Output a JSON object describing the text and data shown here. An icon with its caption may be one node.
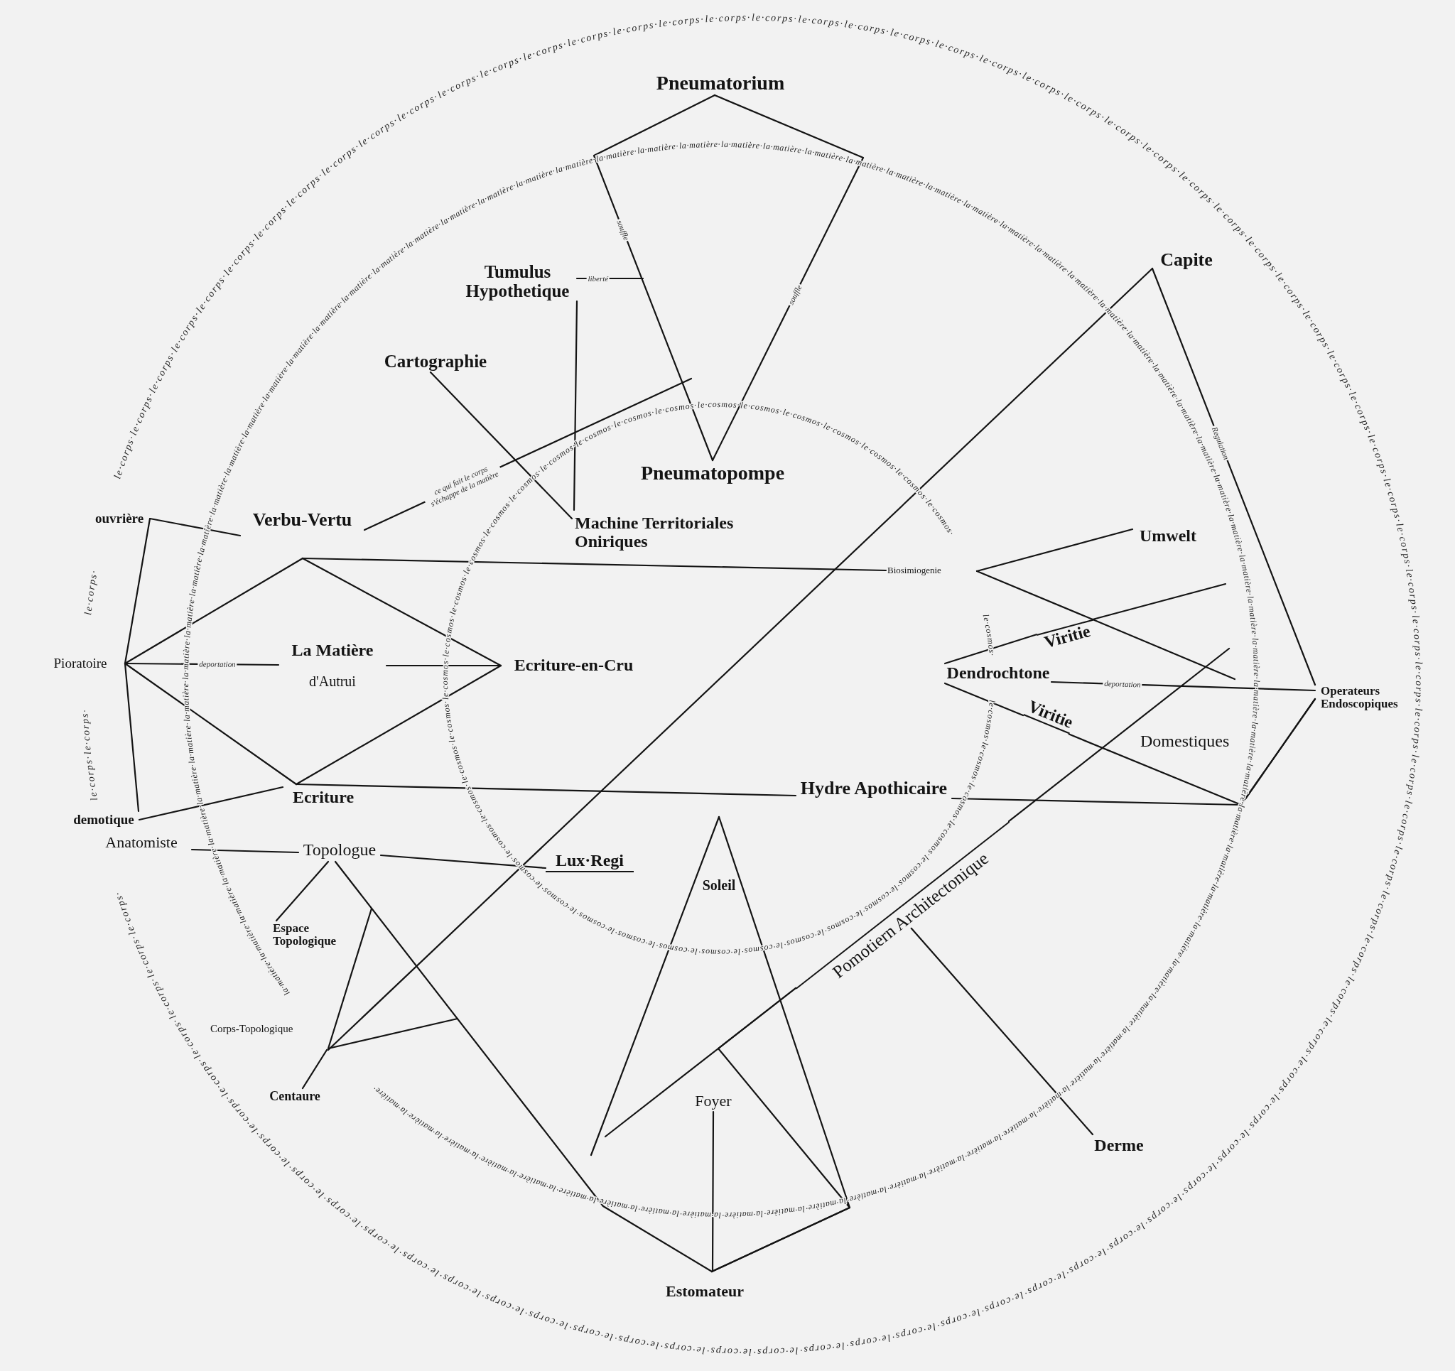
{
  "diagram": {
    "nodes": [
      {
        "text": [
          "Pneumatorium"
        ]
      },
      {
        "text": [
          "Capite"
        ]
      },
      {
        "text": [
          "Tumulus Hypothetique"
        ]
      },
      {
        "text": [
          "Cartographie"
        ]
      },
      {
        "text": [
          "Pneumatopompe"
        ]
      },
      {
        "text": [
          "ouvrière"
        ]
      },
      {
        "text": [
          "Machine Territoriales Oniriques"
        ]
      },
      {
        "text": [
          "Verbu-Vertu"
        ]
      },
      {
        "text": [
          "Umwelt"
        ]
      },
      {
        "text": [
          "Biosimiogenie"
        ]
      },
      {
        "text": [
          "Viritie"
        ]
      },
      {
        "text": [
          "Pioratoire"
        ]
      },
      {
        "text": [
          "La Matière",
          "d'Autrui"
        ]
      },
      {
        "text": [
          "Ecriture-en-Cru"
        ]
      },
      {
        "text": [
          "Dendrochtone"
        ]
      },
      {
        "text": [
          "Operateurs Endoscopiques"
        ]
      },
      {
        "text": [
          "Viritie"
        ]
      },
      {
        "text": [
          "Hydre Apothicaire"
        ]
      },
      {
        "text": [
          "Ecriture"
        ]
      },
      {
        "text": [
          "demotique"
        ]
      },
      {
        "text": [
          "Anatomiste"
        ]
      },
      {
        "text": [
          "Topologue"
        ]
      },
      {
        "text": [
          "Lux·Regi"
        ]
      },
      {
        "text": [
          "Soleil"
        ]
      },
      {
        "text": [
          "Pomotiern Architectonique"
        ]
      },
      {
        "text": [
          "Espace Topologique"
        ]
      },
      {
        "text": [
          "Corps-Topologique"
        ]
      },
      {
        "text": [
          "Centaure"
        ]
      },
      {
        "text": [
          "Foyer"
        ]
      },
      {
        "text": [
          "Derme"
        ]
      },
      {
        "text": [
          "Estomateur"
        ]
      }
    ],
    "edges": [
      {
        "from": 0,
        "to": 4,
        "arrow": "none",
        "label": "souffle"
      },
      {
        "from": 0,
        "to": 4,
        "arrow": "none",
        "label": "souffle"
      },
      {
        "from": 2,
        "to": 6,
        "arrow": "none"
      },
      {
        "from": 2,
        "to": null,
        "arrow": "none",
        "label": "liberté"
      },
      {
        "from": 3,
        "to": 6,
        "arrow": "none"
      },
      {
        "from": 1,
        "to": 15,
        "arrow": "none",
        "label": "Regulation"
      },
      {
        "from": 1,
        "to": 26,
        "arrow": "none"
      },
      {
        "from": 5,
        "to": 11,
        "arrow": "none"
      },
      {
        "from": 5,
        "to": 7,
        "arrow": "none"
      },
      {
        "from": 7,
        "to": 13,
        "arrow": "none"
      },
      {
        "from": 11,
        "to": 7,
        "arrow": "none"
      },
      {
        "from": 7,
        "to": null,
        "arrow": "none",
        "label": "ce qui fait le corps s'échappe de la matière"
      },
      {
        "from": 7,
        "to": 9,
        "arrow": "none"
      },
      {
        "from": 9,
        "to": 8,
        "arrow": "none"
      },
      {
        "from": 9,
        "to": 10,
        "arrow": "none"
      },
      {
        "from": 10,
        "to": null,
        "arrow": "none"
      },
      {
        "from": 14,
        "to": 10,
        "arrow": "none"
      },
      {
        "from": 10,
        "to": null,
        "arrow": "none"
      },
      {
        "from": 11,
        "to": 12,
        "arrow": "none",
        "label": "deportation"
      },
      {
        "from": 12,
        "to": 13,
        "arrow": "none"
      },
      {
        "from": 11,
        "to": 18,
        "arrow": "none"
      },
      {
        "from": 11,
        "to": 19,
        "arrow": "none"
      },
      {
        "from": 19,
        "to": 18,
        "arrow": "none"
      },
      {
        "from": 18,
        "to": 13,
        "arrow": "none"
      },
      {
        "from": 18,
        "to": 17,
        "arrow": "none"
      },
      {
        "from": 14,
        "to": 15,
        "arrow": "none",
        "label": "deportation"
      },
      {
        "from": 14,
        "to": 16,
        "arrow": "none"
      },
      {
        "from": 16,
        "to": 15,
        "arrow": "none"
      },
      {
        "from": 17,
        "to": 15,
        "arrow": "none"
      },
      {
        "from": 20,
        "to": 21,
        "arrow": "none"
      },
      {
        "from": 21,
        "to": 22,
        "arrow": "none"
      },
      {
        "from": 21,
        "to": 25,
        "arrow": "none"
      },
      {
        "from": 21,
        "to": 30,
        "arrow": "none"
      },
      {
        "from": 26,
        "to": 27,
        "arrow": "none"
      },
      {
        "from": 26,
        "to": null,
        "arrow": "none"
      },
      {
        "from": 26,
        "to": null,
        "arrow": "none"
      },
      {
        "from": 23,
        "to": null,
        "arrow": "none"
      },
      {
        "from": 23,
        "to": 30,
        "arrow": "none"
      },
      {
        "from": null,
        "to": 24,
        "arrow": "none"
      },
      {
        "from": 24,
        "to": null,
        "arrow": "none"
      },
      {
        "from": 24,
        "to": 30,
        "arrow": "none"
      },
      {
        "from": 24,
        "to": 29,
        "arrow": "none"
      },
      {
        "from": 28,
        "to": 30,
        "arrow": "none"
      }
    ],
    "labels": [
      "le·corps·",
      "le·corps·",
      "le·corps·",
      "le·corps·",
      "le·corps·",
      "le·corps·",
      "le·corps·",
      "le·corps·",
      "le·corps·",
      "le·corps·",
      "le·corps·",
      "le·corps·",
      "le·corps·",
      "le·corps·",
      "le·corps·",
      "le·corps·",
      "le·corps·",
      "le·corps·",
      "le·corps·",
      "le·corps·",
      "le·corps·",
      "le·corps·",
      "le·corps·",
      "le·corps·",
      "le·corps·",
      "le·corps·",
      "le·corps·",
      "le·corps·",
      "le·corps·",
      "le·corps·",
      "le·corps·",
      "le·corps·",
      "le·corps·",
      "le·corps·",
      "le·corps·",
      "le·corps·",
      "le·corps·",
      "le·corps·",
      "le·corps·",
      "le·corps·",
      "le·corps·",
      "le·corps·",
      "le·corps·",
      "le·corps·",
      "le·corps·",
      "le·corps·",
      "le·corps·",
      "le·corps·",
      "le·corps·",
      "le·corps·",
      "le·corps·",
      "le·corps·",
      "le·corps·",
      "le·corps·",
      "le·corps·",
      "le·corps·",
      "le·corps·",
      "le·corps·",
      "le·corps·",
      "le·corps·",
      "le·corps·",
      "le·corps·",
      "le·corps·",
      "le·corps·",
      "le·corps·",
      "le·corps·",
      "le·corps·",
      "le·corps·",
      "le·corps·",
      "le·corps·",
      "le·corps·",
      "le·corps·",
      "le·corps·",
      "le·corps·",
      "le·corps·",
      "le·corps·",
      "le·corps·",
      "le·corps·",
      "le·corps·",
      "le·corps·",
      "le·corps·",
      "le·corps·",
      "le·corps·",
      "le·corps·",
      "la·matière·",
      "la·matière·",
      "la·matière·",
      "la·matière·",
      "la·matière·",
      "la·matière·",
      "la·matière·",
      "la·matière·",
      "la·matière·",
      "la·matière·",
      "la·matière·",
      "la·matière·",
      "la·matière·",
      "la·matière·",
      "la·matière·",
      "la·matière·",
      "la·matière·",
      "la·matière·",
      "la·matière·",
      "la·matière·",
      "la·matière·",
      "la·matière·",
      "la·matière·",
      "la·matière·",
      "la·matière·",
      "la·matière·",
      "la·matière·",
      "la·matière·",
      "la·matière·",
      "la·matière·",
      "la·matière·",
      "la·matière·",
      "la·matière·",
      "la·matière·",
      "la·matière·",
      "la·matière·",
      "la·matière·",
      "la·matière·",
      "la·matière·",
      "la·matière·",
      "la·matière·",
      "la·matière·",
      "la·matière·",
      "la·matière·",
      "la·matière·",
      "la·matière·",
      "la·matière·",
      "la·matière·",
      "la·matière·",
      "la·matière·",
      "la·matière·",
      "la·matière·",
      "la·matière·",
      "la·matière·",
      "la·matière·",
      "la·matière·",
      "la·matière·",
      "la·matière·",
      "la·matière·",
      "la·matière·",
      "la·matière·",
      "la·matière·",
      "la·matière·",
      "la·matière·",
      "la·matière·",
      "la·matière·",
      "la·matière·",
      "la·matière·",
      "la·matière·",
      "la·matière·",
      "la·matière·",
      "la·matière·",
      "la·matière·",
      "la·matière·",
      "la·matière·",
      "la·matière·",
      "la·matière·",
      "le·cosmos·",
      "le·cosmos·",
      "le·cosmos·",
      "le·cosmos·",
      "le·cosmos·",
      "le·cosmos·",
      "le·cosmos·",
      "le·cosmos·",
      "le·cosmos·",
      "le·cosmos·",
      "le·cosmos·",
      "le·cosmos·",
      "le·cosmos·",
      "le·cosmos·",
      "le·cosmos·",
      "le·cosmos·",
      "le·cosmos·",
      "le·cosmos·",
      "le·cosmos·",
      "le·cosmos·",
      "le·cosmos·",
      "le·cosmos·",
      "le·cosmos·",
      "le·cosmos·",
      "le·cosmos·",
      "le·cosmos·",
      "le·cosmos·",
      "le·cosmos·",
      "le·cosmos·",
      "le·cosmos·",
      "le·cosmos·",
      "le·cosmos·",
      "le·cosmos·",
      "le·cosmos·",
      "le·cosmos·",
      "le·cosmos·",
      "le·cosmos·",
      "Domestiques"
    ]
  }
}
